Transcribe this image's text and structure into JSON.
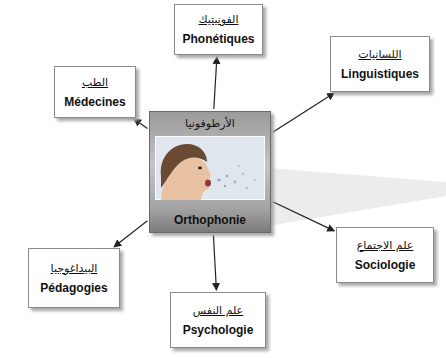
{
  "diagram": {
    "nodes": [
      {
        "text": [
          "الفونيتيك",
          "Phonétiques"
        ]
      },
      {
        "text": [
          "الطب",
          "Médecines"
        ]
      },
      {
        "text": [
          "اللسانيات",
          "Linguistiques"
        ]
      },
      {
        "text": [
          "الأرطوفونيا",
          "Orthophonie"
        ]
      },
      {
        "text": [
          "علم الاجتماع",
          "Sociologie"
        ]
      },
      {
        "text": [
          "البيداغوجيا",
          "Pédagogies"
        ]
      },
      {
        "text": [
          "علم النفس",
          "Psychologie"
        ]
      }
    ],
    "edges": [
      {
        "from": 3,
        "to": 0,
        "arrow": "to"
      },
      {
        "from": 3,
        "to": 1,
        "arrow": "to"
      },
      {
        "from": 3,
        "to": 2,
        "arrow": "to"
      },
      {
        "from": 3,
        "to": 4,
        "arrow": "to"
      },
      {
        "from": 3,
        "to": 5,
        "arrow": "to"
      },
      {
        "from": 3,
        "to": 6,
        "arrow": "to"
      }
    ]
  }
}
